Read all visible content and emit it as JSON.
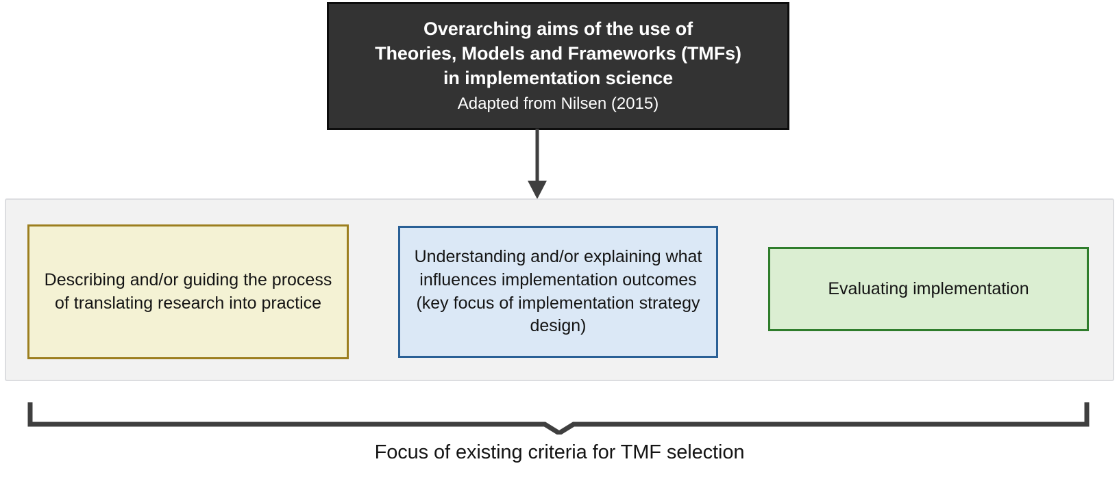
{
  "diagram": {
    "header": {
      "title_lines": [
        "Overarching aims of the use of",
        "Theories, Models and Frameworks (TMFs)",
        "in implementation science"
      ],
      "subtitle": "Adapted from Nilsen (2015)",
      "background_color": "#333333",
      "text_color": "#ffffff"
    },
    "connector": {
      "icon": "down-arrow-icon",
      "color": "#3f3f3f"
    },
    "aims_panel": {
      "background_color": "#f2f2f2",
      "border_color": "#dcdde0",
      "boxes": [
        {
          "id": "describing-guiding",
          "text": "Describing and/or guiding the process of translating research into practice",
          "fill_color": "#f4f2d4",
          "border_color": "#9c7f1f"
        },
        {
          "id": "understanding-explaining",
          "text": "Understanding and/or explaining what influences implementation outcomes (key focus of implementation strategy design)",
          "fill_color": "#dbe8f6",
          "border_color": "#2a6096"
        },
        {
          "id": "evaluating-implementation",
          "text": "Evaluating implementation",
          "fill_color": "#dbeed2",
          "border_color": "#2f7d2c"
        }
      ]
    },
    "bracket": {
      "icon": "brace-down-icon",
      "color": "#3f3f3f"
    },
    "caption": "Focus of existing criteria for TMF selection"
  }
}
